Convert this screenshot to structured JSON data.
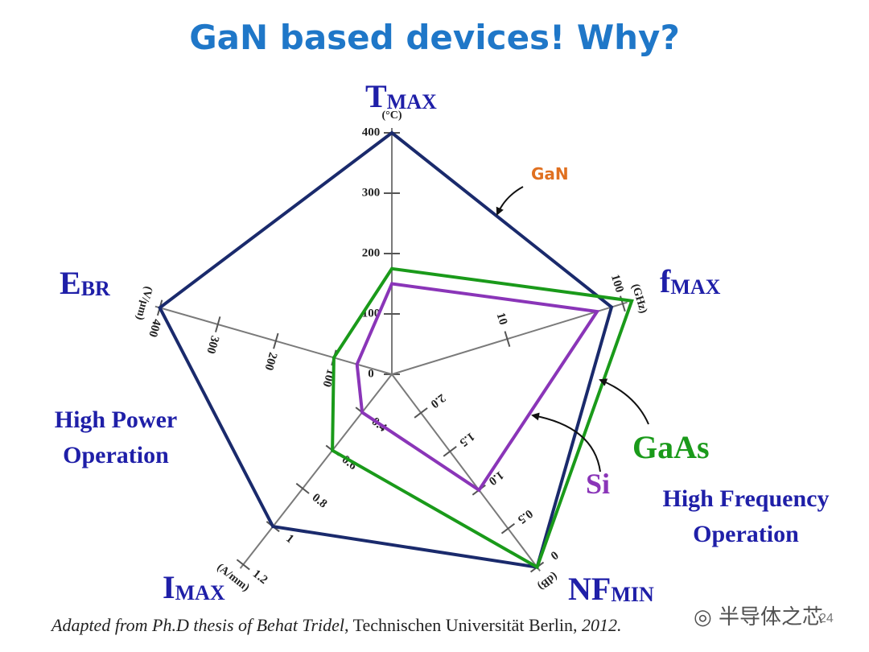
{
  "title": "GaN based devices! Why?",
  "chart_data": {
    "type": "radar",
    "axes": [
      {
        "key": "tmax",
        "name": "T",
        "sub": "MAX",
        "unit": "(°C)",
        "ticks": [
          0,
          100,
          200,
          300,
          400
        ],
        "range": [
          0,
          400
        ],
        "scale": "linear"
      },
      {
        "key": "fmax",
        "name": "f",
        "sub": "MAX",
        "unit": "(GHz)",
        "ticks": [
          10,
          100
        ],
        "range": [
          1,
          100
        ],
        "scale": "log"
      },
      {
        "key": "nfmin",
        "name": "NF",
        "sub": "MIN",
        "unit": "(dB)",
        "ticks": [
          2.0,
          1.5,
          1.0,
          0.5,
          0
        ],
        "range": [
          2.5,
          0
        ],
        "scale": "linear"
      },
      {
        "key": "imax",
        "name": "I",
        "sub": "MAX",
        "unit": "(A/mm)",
        "ticks": [
          0.4,
          0.6,
          0.8,
          1.0,
          1.2
        ],
        "range": [
          0.2,
          1.2
        ],
        "scale": "linear"
      },
      {
        "key": "ebr",
        "name": "E",
        "sub": "BR",
        "unit": "(V/μm)",
        "ticks": [
          100,
          200,
          300,
          400
        ],
        "range": [
          0,
          400
        ],
        "scale": "linear"
      }
    ],
    "series": [
      {
        "name": "GaN",
        "color": "#1a2a6c",
        "values": {
          "tmax": 400,
          "fmax": 80,
          "nfmin": 0,
          "imax": 1.0,
          "ebr": 400
        }
      },
      {
        "name": "GaAs",
        "color": "#1a9a1a",
        "values": {
          "tmax": 175,
          "fmax": 120,
          "nfmin": 0,
          "imax": 0.6,
          "ebr": 100
        }
      },
      {
        "name": "Si",
        "color": "#8a35b8",
        "values": {
          "tmax": 150,
          "fmax": 60,
          "nfmin": 1.0,
          "imax": 0.4,
          "ebr": 60
        }
      }
    ]
  },
  "annotations": {
    "high_power": [
      "High Power",
      "Operation"
    ],
    "high_frequency": [
      "High Frequency",
      "Operation"
    ]
  },
  "credit": {
    "italic": "Adapted from Ph.D thesis of Behat Tridel",
    "plain": ", Technischen Universität Berlin,",
    "year": "2012."
  },
  "watermark": "半导体之芯",
  "page_number": "24"
}
